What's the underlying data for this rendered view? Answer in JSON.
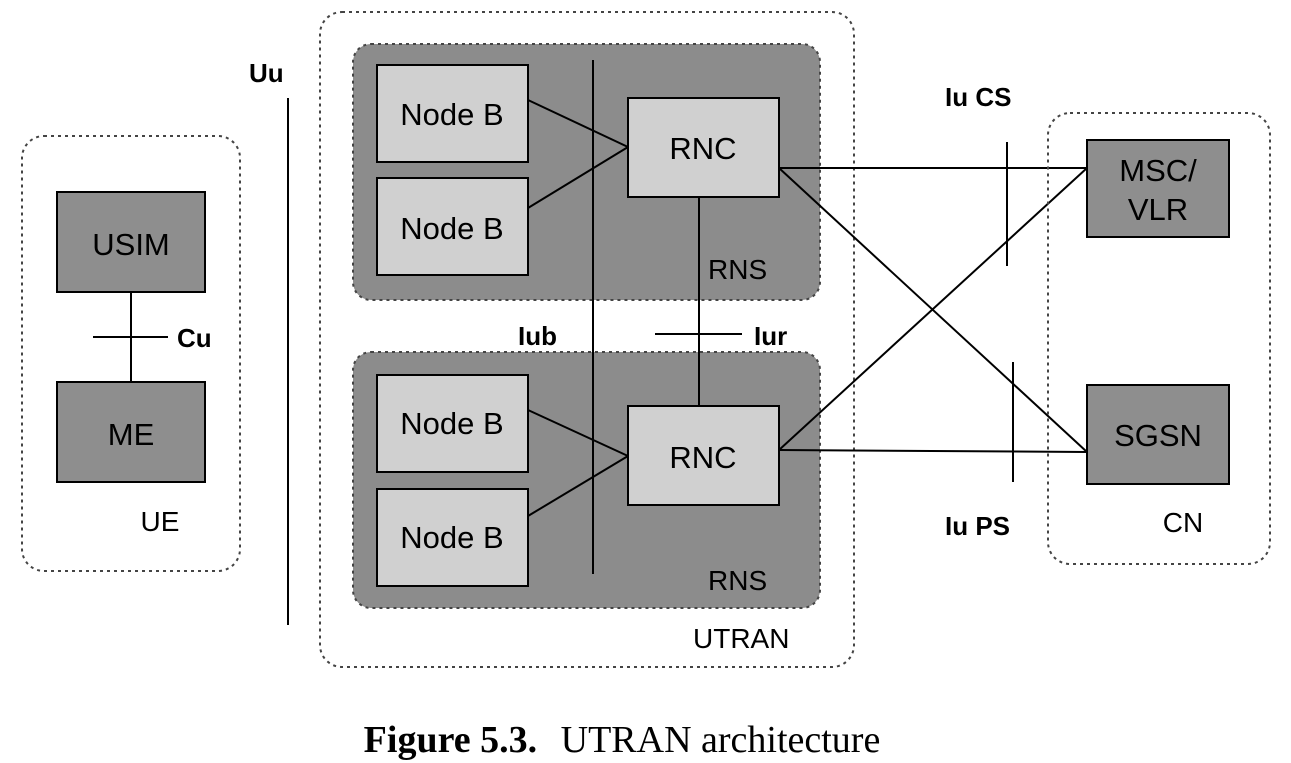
{
  "ue": {
    "label": "UE",
    "usim": "USIM",
    "me": "ME",
    "cu": "Cu"
  },
  "uu": "Uu",
  "utran": {
    "label": "UTRAN",
    "iub": "Iub",
    "iur": "Iur",
    "rns_top": {
      "label": "RNS",
      "node_b_1": "Node B",
      "node_b_2": "Node B",
      "rnc": "RNC"
    },
    "rns_bottom": {
      "label": "RNS",
      "node_b_1": "Node B",
      "node_b_2": "Node B",
      "rnc": "RNC"
    }
  },
  "interfaces": {
    "iu_cs": "Iu CS",
    "iu_ps": "Iu PS"
  },
  "cn": {
    "label": "CN",
    "msc_line1": "MSC/",
    "msc_line2": "VLR",
    "sgsn": "SGSN"
  },
  "caption": {
    "number": "Figure 5.3.",
    "text": "UTRAN architecture"
  },
  "colors": {
    "rns_fill": "#8c8c8c",
    "node_fill": "#d0d0d0",
    "dark_box_fill": "#8e8e8e"
  }
}
